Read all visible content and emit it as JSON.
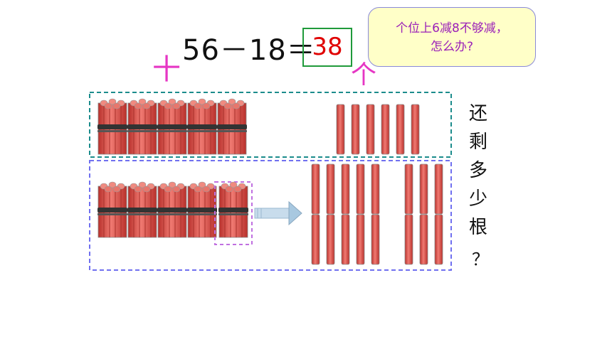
{
  "equation": {
    "expression": "56－18＝",
    "answer": "38"
  },
  "bubble": {
    "line1": "个位上6减8不够减，",
    "line2": "怎么办?"
  },
  "labels": {
    "tens": "十",
    "ones": "个"
  },
  "question": {
    "chars": [
      "还",
      "剩",
      "多",
      "少",
      "根"
    ],
    "mark": "？"
  },
  "colors": {
    "bundle": "#e0554e",
    "tens_box": "#1c8c8c",
    "bottom_box": "#7070f0",
    "highlight_box": "#c070e0",
    "arrow": "#a8c8e0"
  },
  "icons": [
    "stick-bundle-icon",
    "single-stick-icon",
    "arrow-right-icon"
  ]
}
